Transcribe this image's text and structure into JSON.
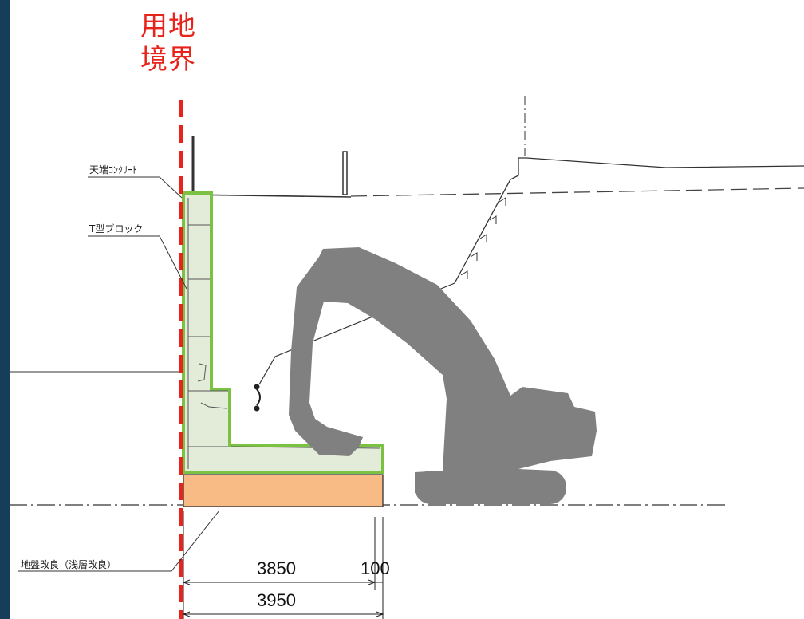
{
  "boundary": {
    "line1": "用地",
    "line2": "境界",
    "color": "#e8231c"
  },
  "labels": {
    "crown_concrete": "天端ｺﾝｸﾘｰﾄ",
    "t_block": "T型ブロック",
    "ground_improvement": "地盤改良（浅層改良）"
  },
  "dimensions": {
    "inner": "3850",
    "offset": "100",
    "total": "3950"
  },
  "colors": {
    "block_outline": "#7cc242",
    "block_fill": "#e3ecd9",
    "improvement_fill": "#f9bb85",
    "excavator": "#808080"
  }
}
